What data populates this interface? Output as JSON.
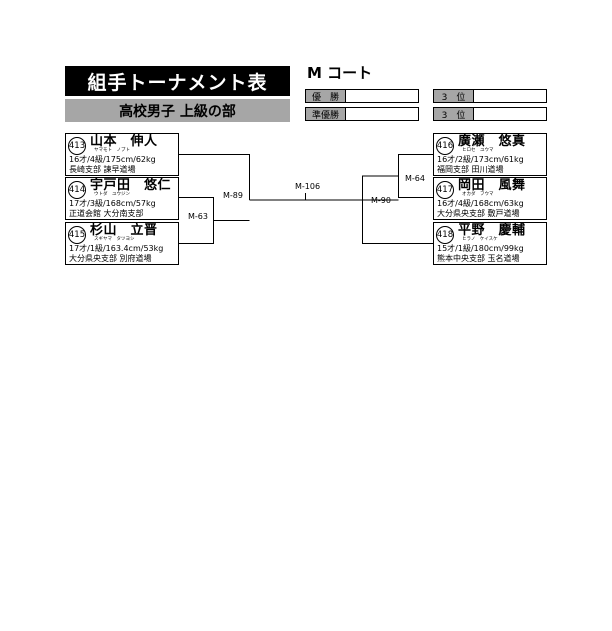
{
  "header": {
    "title": "組手トーナメント表",
    "subtitle": "高校男子 上級の部",
    "court": "M コート"
  },
  "results": {
    "winner_label": "優　勝",
    "runner_up_label": "準優勝",
    "third_label_1": "3　位",
    "third_label_2": "3　位"
  },
  "players": [
    {
      "num": "413",
      "name": "山本　伸人",
      "kana": "ヤマモト　ノブト",
      "stats": "16才/4級/175cm/62kg",
      "club": "長崎支部 諫早道場"
    },
    {
      "num": "414",
      "name": "宇戸田　悠仁",
      "kana": "ウトダ　ユウジン",
      "stats": "17才/3級/168cm/57kg",
      "club": "正道会館 大分南支部"
    },
    {
      "num": "415",
      "name": "杉山　立晋",
      "kana": "スギヤマ　タツヨシ",
      "stats": "17才/1級/163.4cm/53kg",
      "club": "大分県央支部 別府道場"
    },
    {
      "num": "416",
      "name": "廣瀬　悠真",
      "kana": "ヒロセ　ユウマ",
      "stats": "16才/2級/173cm/61kg",
      "club": "福岡支部 田川道場"
    },
    {
      "num": "417",
      "name": "岡田　風舞",
      "kana": "オカダ　フウマ",
      "stats": "16才/4級/168cm/63kg",
      "club": "大分県央支部 敷戸道場"
    },
    {
      "num": "418",
      "name": "平野　慶輔",
      "kana": "ヒラノ　ケイスケ",
      "stats": "15才/1級/180cm/99kg",
      "club": "熊本中央支部 玉名道場"
    }
  ],
  "matches": {
    "m63": "M-63",
    "m89": "M-89",
    "m106": "M-106",
    "m64": "M-64",
    "m90": "M-90"
  }
}
